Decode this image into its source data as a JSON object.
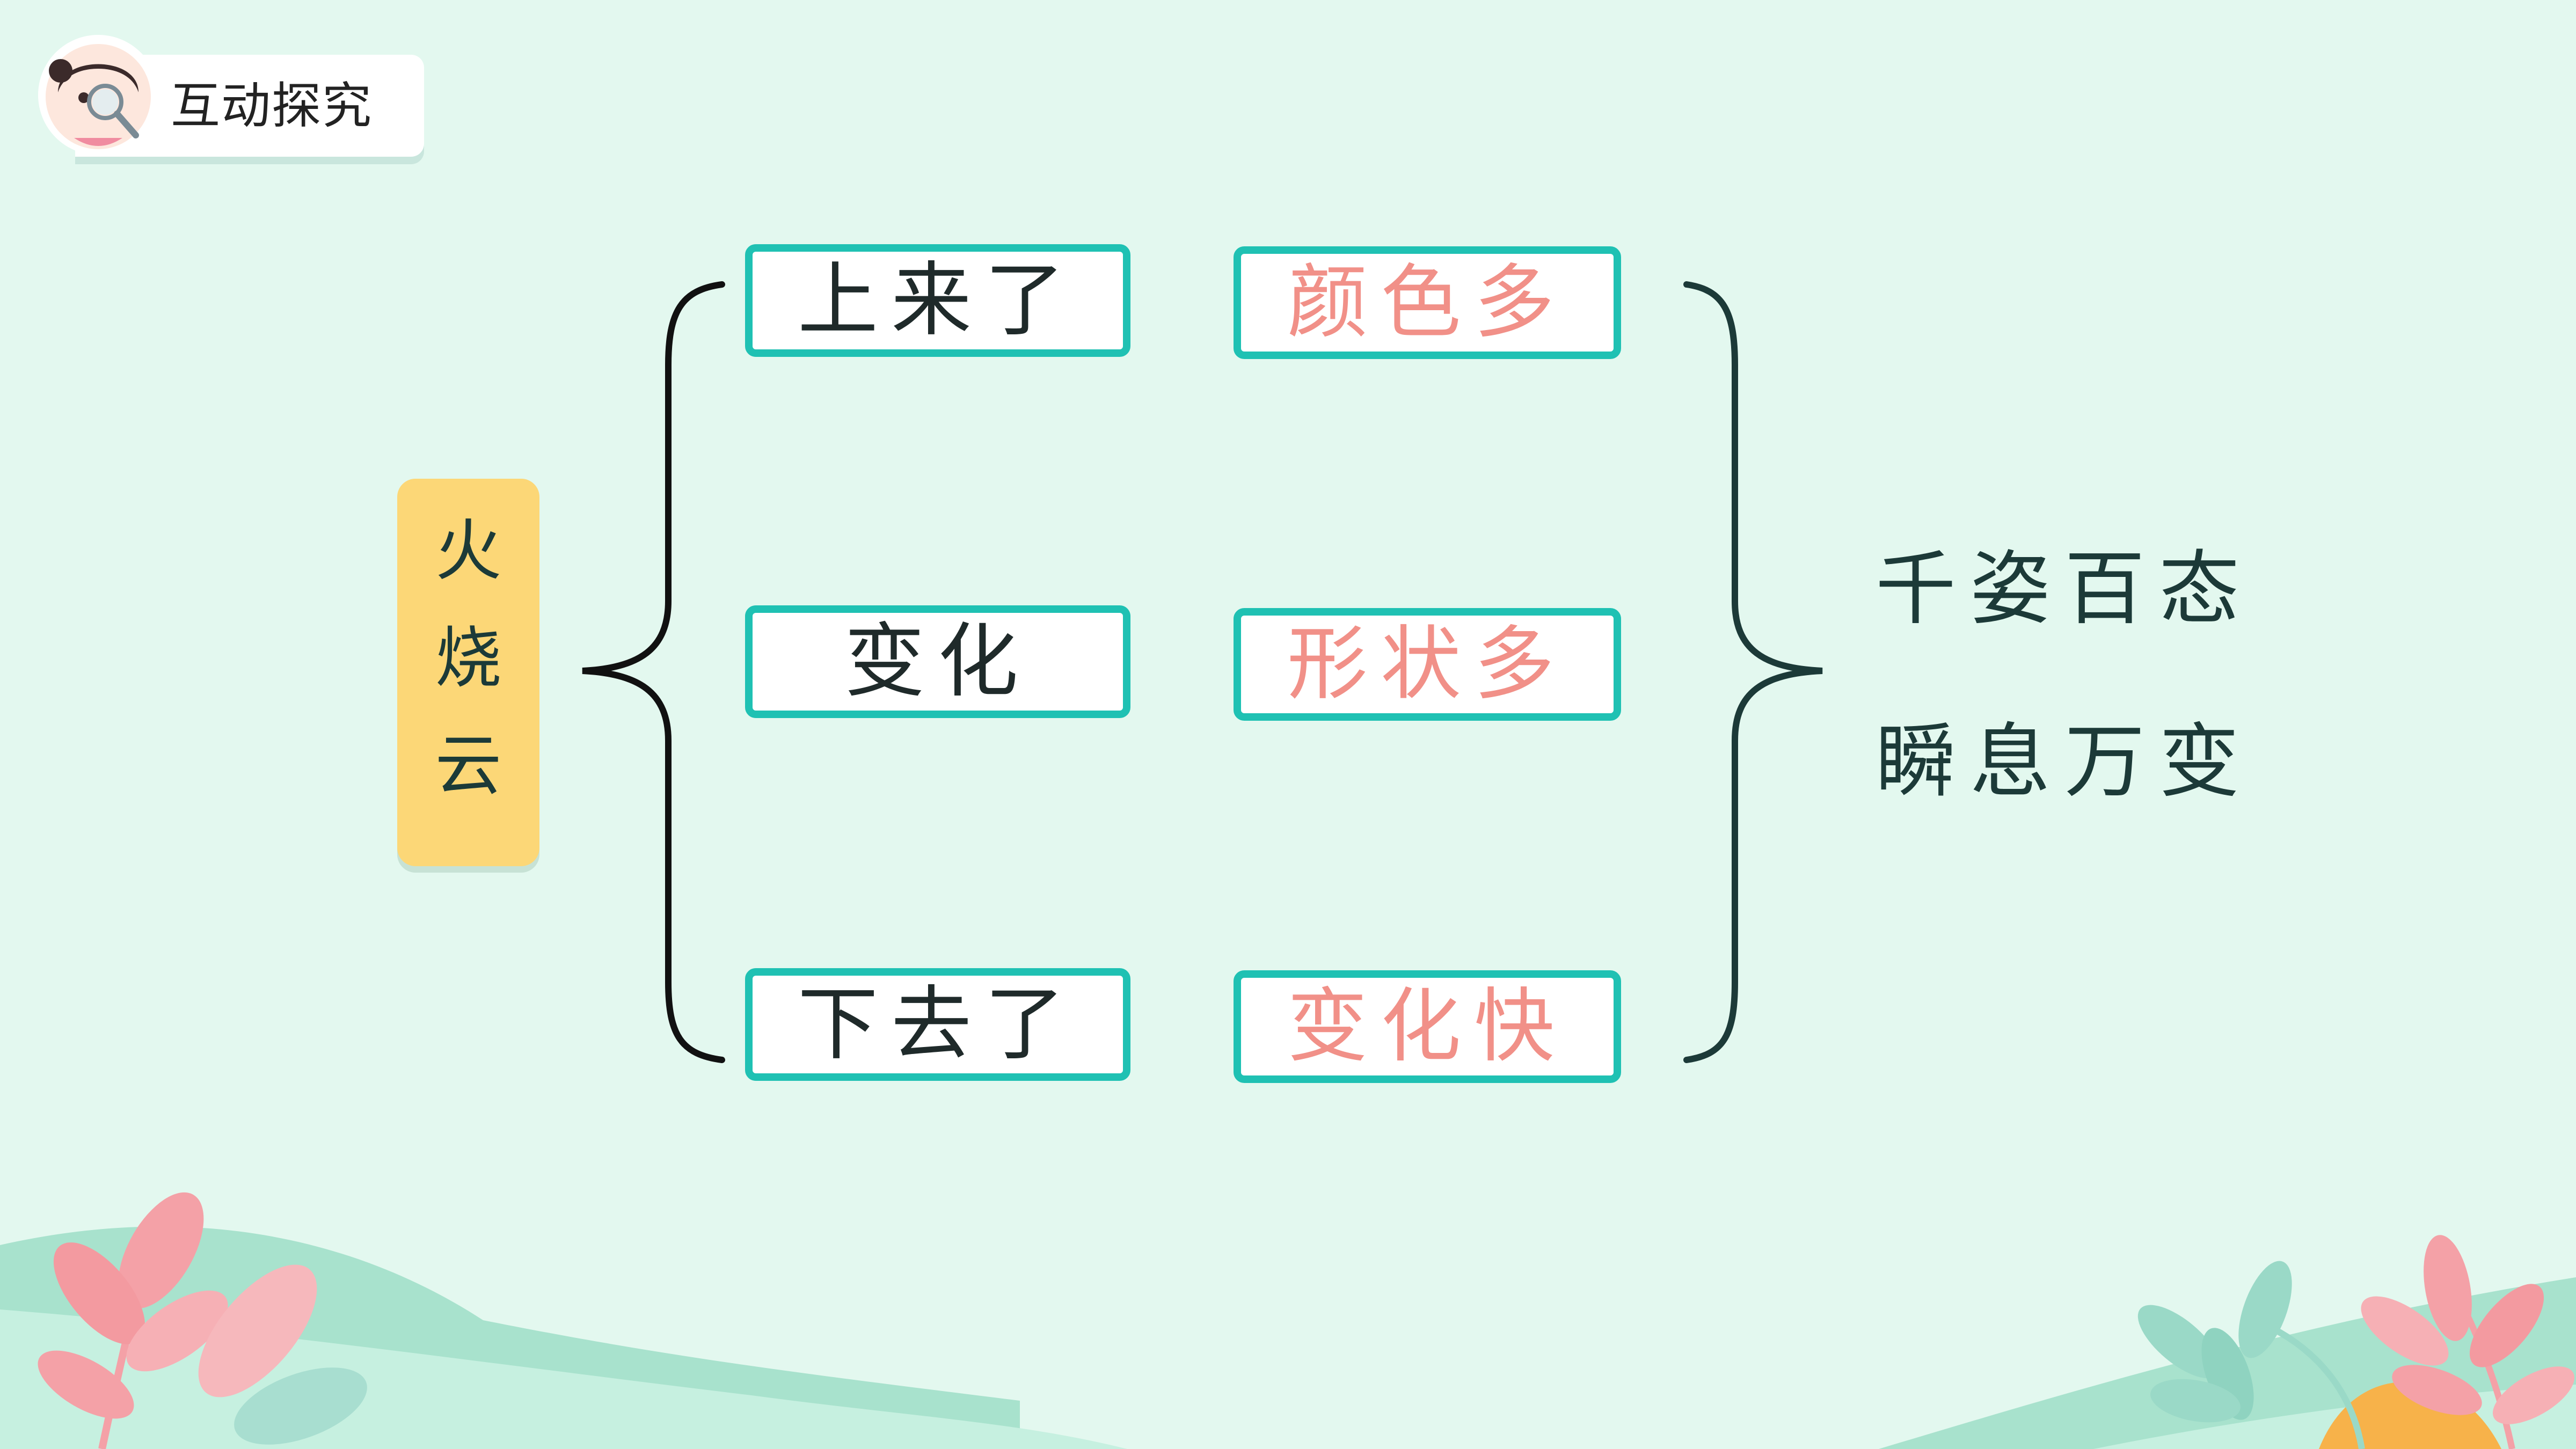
{
  "header": {
    "title": "互动探究"
  },
  "topic": {
    "chars": [
      "火",
      "烧",
      "云"
    ]
  },
  "stages": [
    {
      "label": "上来了",
      "feature": "颜色多"
    },
    {
      "label": "变化",
      "feature": "形状多"
    },
    {
      "label": "下去了",
      "feature": "变化快"
    }
  ],
  "summary": {
    "line1": "千姿百态",
    "line2": "瞬息万变"
  },
  "colors": {
    "background": "#e3f8ef",
    "box_border": "#1fc1b3",
    "topic_fill": "#fcd777",
    "feature_text": "#f19088",
    "bracket": "#1c3a38"
  },
  "icons": [
    "girl-with-magnifier-icon",
    "leaf-branch-icon"
  ]
}
